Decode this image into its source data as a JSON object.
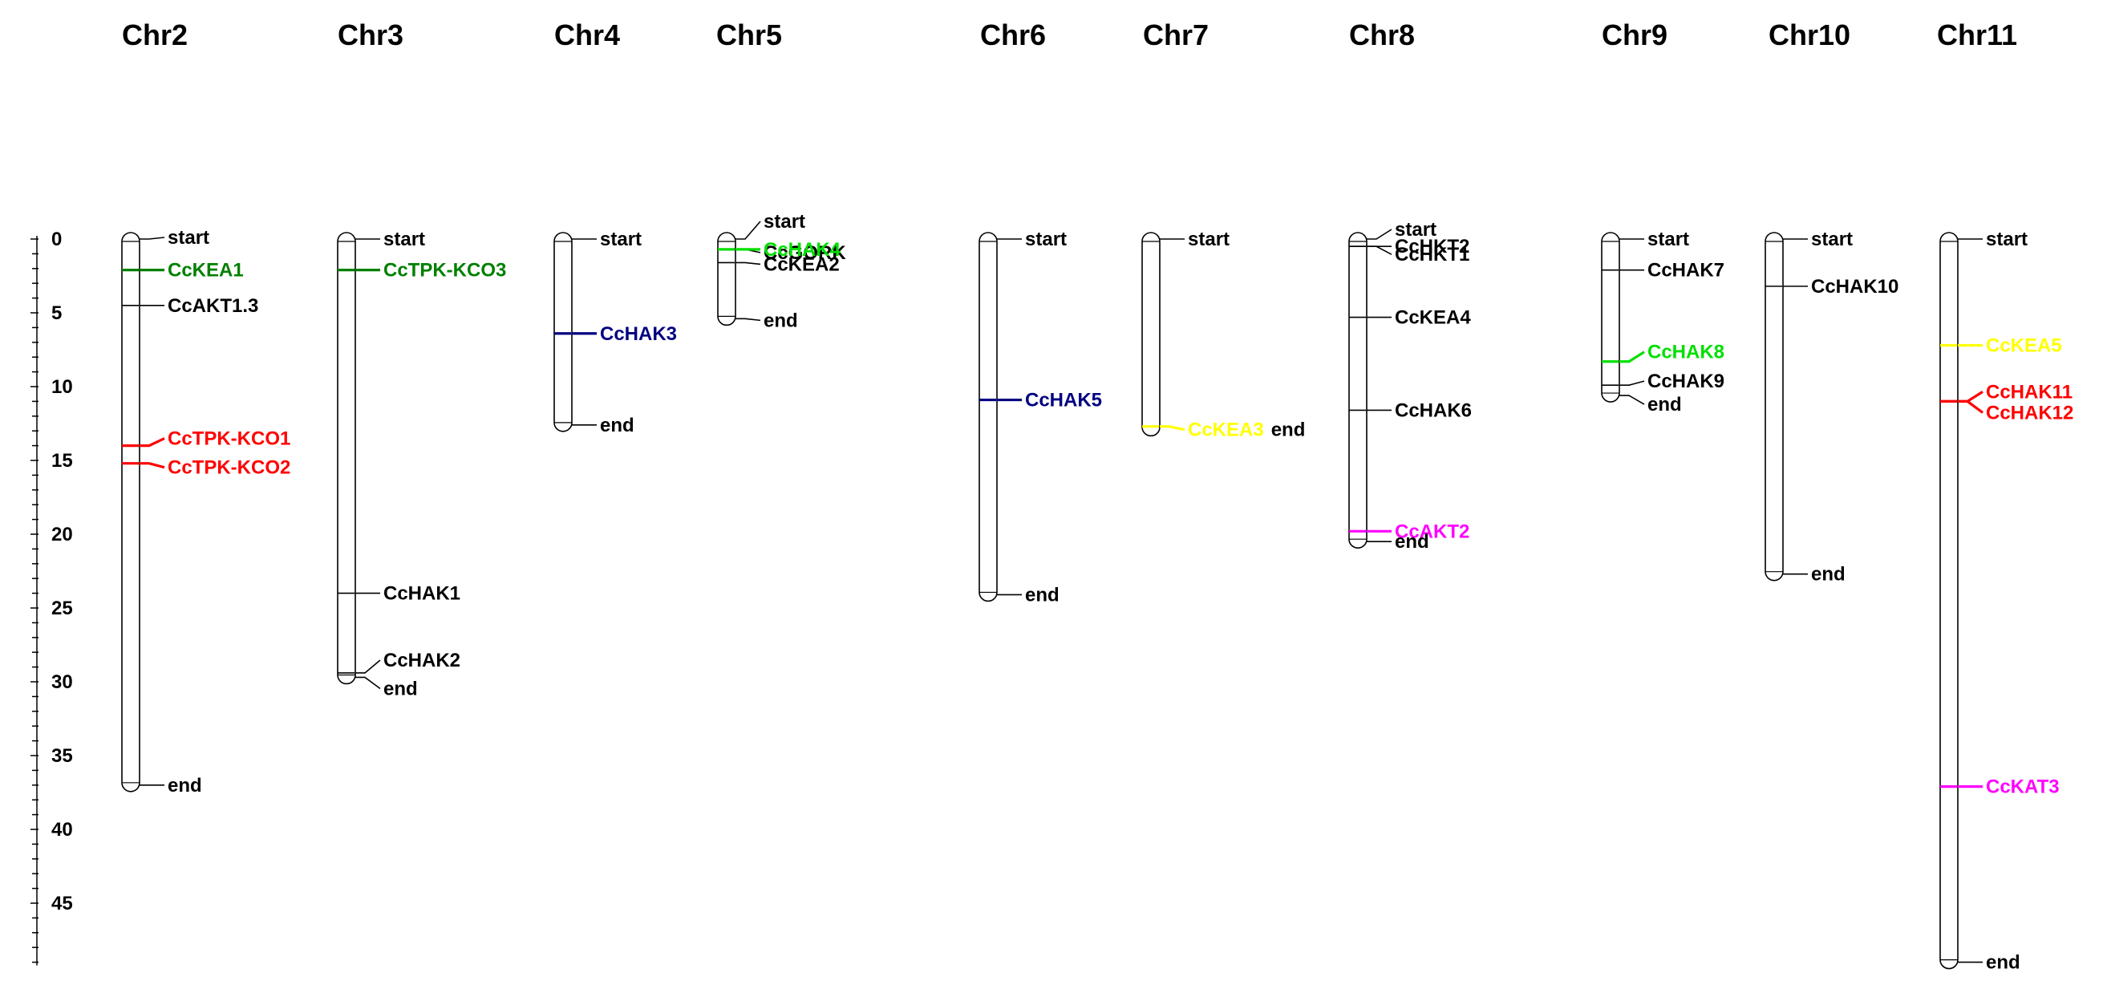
{
  "scale": {
    "min": 0,
    "max": 49,
    "major_step": 5,
    "labels": [
      "0",
      "5",
      "10",
      "15",
      "20",
      "25",
      "30",
      "35",
      "40",
      "45"
    ]
  },
  "chromosomes": [
    {
      "name": "Chr2",
      "length": 37.0,
      "markers": [
        {
          "label": "start",
          "pos": 0.0,
          "color": "#000000"
        },
        {
          "label": "CcKEA1",
          "pos": 2.1,
          "color": "#008000"
        },
        {
          "label": "CcAKT1.3",
          "pos": 4.5,
          "color": "#000000"
        },
        {
          "label": "CcTPK-KCO1",
          "pos": 14.0,
          "color": "#ff0000"
        },
        {
          "label": "CcTPK-KCO2",
          "pos": 15.2,
          "color": "#ff0000"
        },
        {
          "label": "end",
          "pos": 37.0,
          "color": "#000000"
        }
      ]
    },
    {
      "name": "Chr3",
      "length": 29.7,
      "markers": [
        {
          "label": "start",
          "pos": 0.0,
          "color": "#000000"
        },
        {
          "label": "CcTPK-KCO3",
          "pos": 2.1,
          "color": "#008000"
        },
        {
          "label": "CcHAK1",
          "pos": 24.0,
          "color": "#000000"
        },
        {
          "label": "CcHAK2",
          "pos": 29.4,
          "color": "#000000"
        },
        {
          "label": "end",
          "pos": 29.7,
          "color": "#000000"
        }
      ]
    },
    {
      "name": "Chr4",
      "length": 12.6,
      "markers": [
        {
          "label": "start",
          "pos": 0.0,
          "color": "#000000"
        },
        {
          "label": "CcHAK3",
          "pos": 6.4,
          "color": "#000080"
        },
        {
          "label": "end",
          "pos": 12.6,
          "color": "#000000"
        }
      ]
    },
    {
      "name": "Chr5",
      "length": 5.4,
      "markers": [
        {
          "label": "start",
          "pos": 0.0,
          "color": "#000000"
        },
        {
          "label": "CcGORK",
          "pos": 0.7,
          "color": "#000000"
        },
        {
          "label": "CcHAK4",
          "pos": 0.7,
          "color": "#00e000"
        },
        {
          "label": "CcKEA2",
          "pos": 1.6,
          "color": "#000000"
        },
        {
          "label": "end",
          "pos": 5.4,
          "color": "#000000"
        }
      ]
    },
    {
      "name": "Chr6",
      "length": 24.1,
      "markers": [
        {
          "label": "start",
          "pos": 0.0,
          "color": "#000000"
        },
        {
          "label": "CcHAK5",
          "pos": 10.9,
          "color": "#000080"
        },
        {
          "label": "end",
          "pos": 24.1,
          "color": "#000000"
        }
      ]
    },
    {
      "name": "Chr7",
      "length": 12.9,
      "markers": [
        {
          "label": "start",
          "pos": 0.0,
          "color": "#000000"
        },
        {
          "label": "CcKEA3",
          "pos": 12.7,
          "color": "#ffff00"
        },
        {
          "label": "end",
          "pos": 12.9,
          "color": "#000000"
        }
      ]
    },
    {
      "name": "Chr8",
      "length": 20.5,
      "markers": [
        {
          "label": "start",
          "pos": 0.0,
          "color": "#000000"
        },
        {
          "label": "CcHKT1",
          "pos": 0.5,
          "color": "#000000"
        },
        {
          "label": "CcHKT2",
          "pos": 0.5,
          "color": "#000000"
        },
        {
          "label": "CcKEA4",
          "pos": 5.3,
          "color": "#000000"
        },
        {
          "label": "CcHAK6",
          "pos": 11.6,
          "color": "#000000"
        },
        {
          "label": "CcAKT2",
          "pos": 19.8,
          "color": "#ff00ff"
        },
        {
          "label": "end",
          "pos": 20.5,
          "color": "#000000"
        }
      ]
    },
    {
      "name": "Chr9",
      "length": 10.6,
      "markers": [
        {
          "label": "start",
          "pos": 0.0,
          "color": "#000000"
        },
        {
          "label": "CcHAK7",
          "pos": 2.1,
          "color": "#000000"
        },
        {
          "label": "CcHAK8",
          "pos": 8.3,
          "color": "#00e000"
        },
        {
          "label": "CcHAK9",
          "pos": 9.9,
          "color": "#000000"
        },
        {
          "label": "end",
          "pos": 10.6,
          "color": "#000000"
        }
      ]
    },
    {
      "name": "Chr10",
      "length": 22.7,
      "markers": [
        {
          "label": "start",
          "pos": 0.0,
          "color": "#000000"
        },
        {
          "label": "CcHAK10",
          "pos": 3.2,
          "color": "#000000"
        },
        {
          "label": "end",
          "pos": 22.7,
          "color": "#000000"
        }
      ]
    },
    {
      "name": "Chr11",
      "length": 49.0,
      "markers": [
        {
          "label": "start",
          "pos": 0.0,
          "color": "#000000"
        },
        {
          "label": "CcKEA5",
          "pos": 7.2,
          "color": "#ffff00"
        },
        {
          "label": "CcHAK11",
          "pos": 11.0,
          "color": "#ff0000"
        },
        {
          "label": "CcHAK12",
          "pos": 11.0,
          "color": "#ff0000"
        },
        {
          "label": "CcKAT3",
          "pos": 37.1,
          "color": "#ff00ff"
        },
        {
          "label": "end",
          "pos": 49.0,
          "color": "#000000"
        }
      ]
    }
  ]
}
